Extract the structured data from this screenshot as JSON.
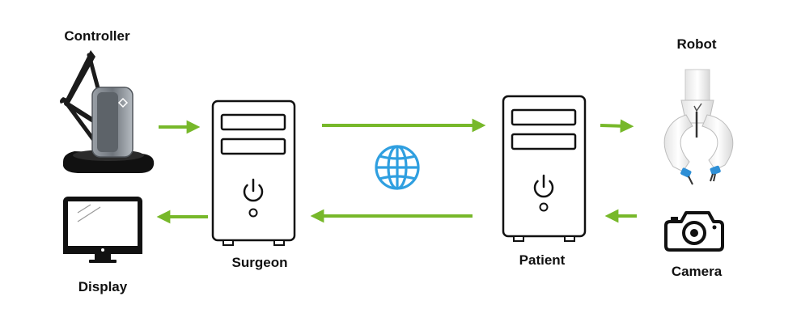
{
  "labels": {
    "controller": "Controller",
    "display": "Display",
    "surgeon": "Surgeon",
    "patient": "Patient",
    "robot": "Robot",
    "camera": "Camera"
  },
  "icons": {
    "network": "globe-icon",
    "surgeon_server": "server-tower-icon",
    "patient_server": "server-tower-icon",
    "power": "power-icon",
    "camera": "camera-icon",
    "display": "monitor-icon"
  },
  "colors": {
    "arrow": "#77b82a",
    "globe": "#2f9fe0",
    "outline": "#111111",
    "device_grey": "#8a8f96",
    "robot_white": "#f2f2f2",
    "robot_tip": "#2e8fd6"
  }
}
